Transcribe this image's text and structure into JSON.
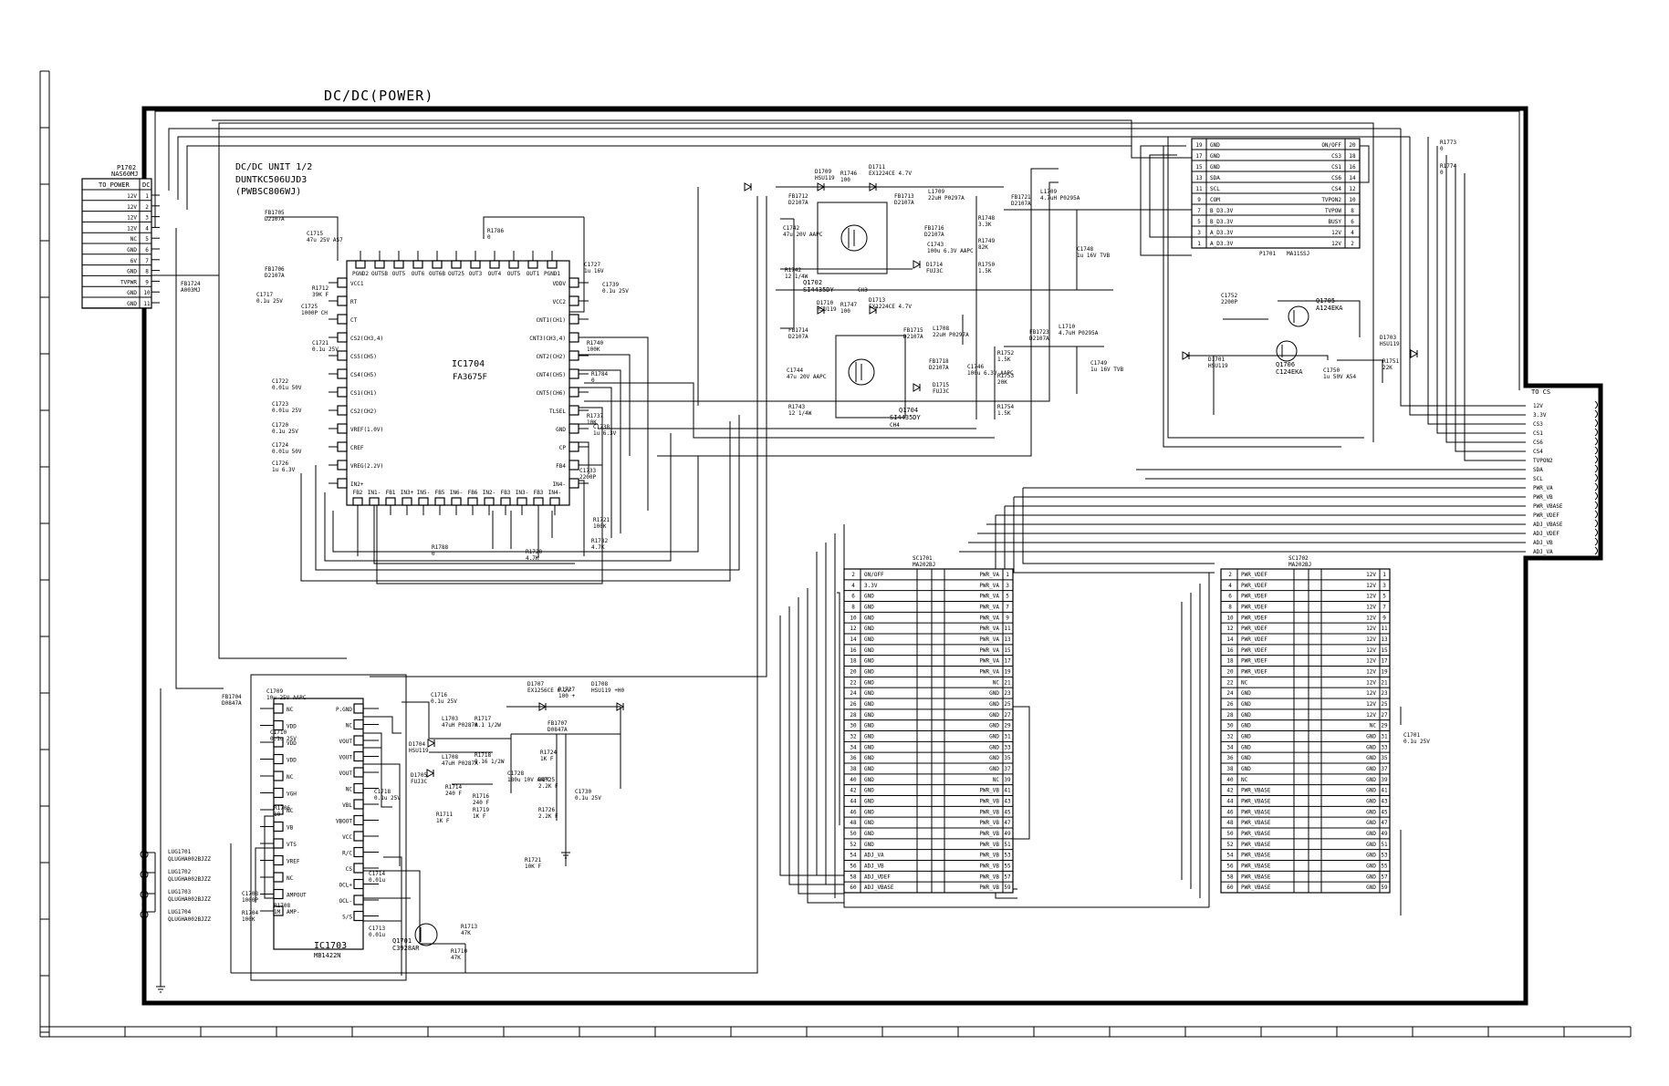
{
  "page_title": "DC/DC(POWER)",
  "unit": {
    "line1": "DC/DC UNIT 1/2",
    "line2": "DUNTKC506UJD3",
    "line3": "(PWBSC806WJ)"
  },
  "p1702": {
    "ref": "P1702",
    "part": "NAS60MJ",
    "header": "TO_POWER",
    "hdr_pin": "DC",
    "rows": [
      {
        "sig": "12V",
        "pin": "1"
      },
      {
        "sig": "12V",
        "pin": "2"
      },
      {
        "sig": "12V",
        "pin": "3"
      },
      {
        "sig": "12V",
        "pin": "4"
      },
      {
        "sig": "NC",
        "pin": "5"
      },
      {
        "sig": "GND",
        "pin": "6"
      },
      {
        "sig": "6V",
        "pin": "7"
      },
      {
        "sig": "GND",
        "pin": "8"
      },
      {
        "sig": "TVPWR",
        "pin": "9"
      },
      {
        "sig": "GND",
        "pin": "10"
      },
      {
        "sig": "GND",
        "pin": "11"
      }
    ]
  },
  "p1701": {
    "ref": "P1701",
    "part": "MA11SSJ",
    "rows": [
      {
        "lp": "19",
        "l": "GND",
        "r": "ON/OFF",
        "rp": "20"
      },
      {
        "lp": "17",
        "l": "GND",
        "r": "CS3",
        "rp": "18"
      },
      {
        "lp": "15",
        "l": "GND",
        "r": "CS1",
        "rp": "16"
      },
      {
        "lp": "13",
        "l": "SDA",
        "r": "CS6",
        "rp": "14"
      },
      {
        "lp": "11",
        "l": "SCL",
        "r": "CS4",
        "rp": "12"
      },
      {
        "lp": "9",
        "l": "COM",
        "r": "TVPON2",
        "rp": "10"
      },
      {
        "lp": "7",
        "l": "B_D3.3V",
        "r": "TVPOW",
        "rp": "8"
      },
      {
        "lp": "5",
        "l": "B_D3.3V",
        "r": "BUSY",
        "rp": "6"
      },
      {
        "lp": "3",
        "l": "A_D3.3V",
        "r": "12V",
        "rp": "4"
      },
      {
        "lp": "1",
        "l": "A_D3.3V",
        "r": "12V",
        "rp": "2"
      }
    ]
  },
  "ic1704": {
    "ref": "IC1704",
    "part": "FA3675F",
    "left_pins": [
      "VCC1",
      "RT",
      "CT",
      "CS2(CH3,4)",
      "CS5(CH5)",
      "CS4(CH5)",
      "CS1(CH1)",
      "CS2(CH2)",
      "VREF(1.0V)",
      "CREF",
      "VREG(2.2V)",
      "IN2+"
    ],
    "right_pins": [
      "VDDV",
      "VCC2",
      "CNT1(CH1)",
      "CNT3(CH3,4)",
      "CNT2(CH2)",
      "CNT4(CH5)",
      "CNT5(CH6)",
      "TLSEL",
      "GND",
      "CP",
      "FB4",
      "IN4-"
    ],
    "top_pins": [
      "PGND2",
      "OUT5B",
      "OUT5",
      "OUT6",
      "OUT6B",
      "OUT25",
      "OUT3",
      "OUT4",
      "OUT5",
      "OUT1",
      "PGND1"
    ],
    "bottom_pins": [
      "FB2",
      "IN1-",
      "FB1",
      "IN3+",
      "IN5-",
      "FB5",
      "IN6-",
      "FB6",
      "IN2-",
      "FB3",
      "IN3-",
      "FB3",
      "IN4-"
    ]
  },
  "ic1703": {
    "ref": "IC1703",
    "part": "MB1422N",
    "left_pins": [
      "NC",
      "VDD",
      "VDD",
      "VDD",
      "NC",
      "VGH",
      "NC",
      "VB",
      "VTS",
      "VREF",
      "NC",
      "AMPOUT",
      "AMP-"
    ],
    "right_pins": [
      "P.GND",
      "NC",
      "VOUT",
      "VOUT",
      "VOUT",
      "NC",
      "VBL",
      "VBOOT",
      "VCC",
      "R/C",
      "CS",
      "OCL+",
      "OCL-",
      "S/S"
    ]
  },
  "sc1701": {
    "ref": "SC1701",
    "part": "MA202BJ",
    "rows": [
      {
        "lp": "2",
        "l": "ON/OFF",
        "r": "PWR_VA",
        "rp": "1"
      },
      {
        "lp": "4",
        "l": "3.3V",
        "r": "PWR_VA",
        "rp": "3"
      },
      {
        "lp": "6",
        "l": "GND",
        "r": "PWR_VA",
        "rp": "5"
      },
      {
        "lp": "8",
        "l": "GND",
        "r": "PWR_VA",
        "rp": "7"
      },
      {
        "lp": "10",
        "l": "GND",
        "r": "PWR_VA",
        "rp": "9"
      },
      {
        "lp": "12",
        "l": "GND",
        "r": "PWR_VA",
        "rp": "11"
      },
      {
        "lp": "14",
        "l": "GND",
        "r": "PWR_VA",
        "rp": "13"
      },
      {
        "lp": "16",
        "l": "GND",
        "r": "PWR_VA",
        "rp": "15"
      },
      {
        "lp": "18",
        "l": "GND",
        "r": "PWR_VA",
        "rp": "17"
      },
      {
        "lp": "20",
        "l": "GND",
        "r": "PWR_VA",
        "rp": "19"
      },
      {
        "lp": "22",
        "l": "GND",
        "r": "NC",
        "rp": "21"
      },
      {
        "lp": "24",
        "l": "GND",
        "r": "GND",
        "rp": "23"
      },
      {
        "lp": "26",
        "l": "GND",
        "r": "GND",
        "rp": "25"
      },
      {
        "lp": "28",
        "l": "GND",
        "r": "GND",
        "rp": "27"
      },
      {
        "lp": "30",
        "l": "GND",
        "r": "GND",
        "rp": "29"
      },
      {
        "lp": "32",
        "l": "GND",
        "r": "GND",
        "rp": "31"
      },
      {
        "lp": "34",
        "l": "GND",
        "r": "GND",
        "rp": "33"
      },
      {
        "lp": "36",
        "l": "GND",
        "r": "GND",
        "rp": "35"
      },
      {
        "lp": "38",
        "l": "GND",
        "r": "GND",
        "rp": "37"
      },
      {
        "lp": "40",
        "l": "GND",
        "r": "NC",
        "rp": "39"
      },
      {
        "lp": "42",
        "l": "GND",
        "r": "PWR_VB",
        "rp": "41"
      },
      {
        "lp": "44",
        "l": "GND",
        "r": "PWR_VB",
        "rp": "43"
      },
      {
        "lp": "46",
        "l": "GND",
        "r": "PWR_VB",
        "rp": "45"
      },
      {
        "lp": "48",
        "l": "GND",
        "r": "PWR_VB",
        "rp": "47"
      },
      {
        "lp": "50",
        "l": "GND",
        "r": "PWR_VB",
        "rp": "49"
      },
      {
        "lp": "52",
        "l": "GND",
        "r": "PWR_VB",
        "rp": "51"
      },
      {
        "lp": "54",
        "l": "ADJ_VA",
        "r": "PWR_VB",
        "rp": "53"
      },
      {
        "lp": "56",
        "l": "ADJ_VB",
        "r": "PWR_VB",
        "rp": "55"
      },
      {
        "lp": "58",
        "l": "ADJ_VDEF",
        "r": "PWR_VB",
        "rp": "57"
      },
      {
        "lp": "60",
        "l": "ADJ_VBASE",
        "r": "PWR_VB",
        "rp": "59"
      }
    ]
  },
  "sc1702": {
    "ref": "SC1702",
    "part": "MA202BJ",
    "rows": [
      {
        "lp": "2",
        "l": "PWR_VDEF",
        "r": "12V",
        "rp": "1"
      },
      {
        "lp": "4",
        "l": "PWR_VDEF",
        "r": "12V",
        "rp": "3"
      },
      {
        "lp": "6",
        "l": "PWR_VDEF",
        "r": "12V",
        "rp": "5"
      },
      {
        "lp": "8",
        "l": "PWR_VDEF",
        "r": "12V",
        "rp": "7"
      },
      {
        "lp": "10",
        "l": "PWR_VDEF",
        "r": "12V",
        "rp": "9"
      },
      {
        "lp": "12",
        "l": "PWR_VDEF",
        "r": "12V",
        "rp": "11"
      },
      {
        "lp": "14",
        "l": "PWR_VDEF",
        "r": "12V",
        "rp": "13"
      },
      {
        "lp": "16",
        "l": "PWR_VDEF",
        "r": "12V",
        "rp": "15"
      },
      {
        "lp": "18",
        "l": "PWR_VDEF",
        "r": "12V",
        "rp": "17"
      },
      {
        "lp": "20",
        "l": "PWR_VDEF",
        "r": "12V",
        "rp": "19"
      },
      {
        "lp": "22",
        "l": "NC",
        "r": "12V",
        "rp": "21"
      },
      {
        "lp": "24",
        "l": "GND",
        "r": "12V",
        "rp": "23"
      },
      {
        "lp": "26",
        "l": "GND",
        "r": "12V",
        "rp": "25"
      },
      {
        "lp": "28",
        "l": "GND",
        "r": "12V",
        "rp": "27"
      },
      {
        "lp": "30",
        "l": "GND",
        "r": "NC",
        "rp": "29"
      },
      {
        "lp": "32",
        "l": "GND",
        "r": "GND",
        "rp": "31"
      },
      {
        "lp": "34",
        "l": "GND",
        "r": "GND",
        "rp": "33"
      },
      {
        "lp": "36",
        "l": "GND",
        "r": "GND",
        "rp": "35"
      },
      {
        "lp": "38",
        "l": "GND",
        "r": "GND",
        "rp": "37"
      },
      {
        "lp": "40",
        "l": "NC",
        "r": "GND",
        "rp": "39"
      },
      {
        "lp": "42",
        "l": "PWR_VBASE",
        "r": "GND",
        "rp": "41"
      },
      {
        "lp": "44",
        "l": "PWR_VBASE",
        "r": "GND",
        "rp": "43"
      },
      {
        "lp": "46",
        "l": "PWR_VBASE",
        "r": "GND",
        "rp": "45"
      },
      {
        "lp": "48",
        "l": "PWR_VBASE",
        "r": "GND",
        "rp": "47"
      },
      {
        "lp": "50",
        "l": "PWR_VBASE",
        "r": "GND",
        "rp": "49"
      },
      {
        "lp": "52",
        "l": "PWR_VBASE",
        "r": "GND",
        "rp": "51"
      },
      {
        "lp": "54",
        "l": "PWR_VBASE",
        "r": "GND",
        "rp": "53"
      },
      {
        "lp": "56",
        "l": "PWR_VBASE",
        "r": "GND",
        "rp": "55"
      },
      {
        "lp": "58",
        "l": "PWR_VBASE",
        "r": "GND",
        "rp": "57"
      },
      {
        "lp": "60",
        "l": "PWR_VBASE",
        "r": "GND",
        "rp": "59"
      }
    ]
  },
  "to_cs": {
    "title": "TO CS",
    "signals": [
      "12V",
      "3.3V",
      "CS3",
      "CS1",
      "CS6",
      "CS4",
      "TVPON2",
      "SDA",
      "SCL",
      "PWR_VA",
      "PWR_VB",
      "PWR_VBASE",
      "PWR_VDEF",
      "ADJ_VBASE",
      "ADJ_VDEF",
      "ADJ_VB",
      "ADJ_VA"
    ]
  },
  "lugs": [
    {
      "ref": "LUG1701",
      "part": "QLUGHA002BJZZ"
    },
    {
      "ref": "LUG1702",
      "part": "QLUGHA002BJZZ"
    },
    {
      "ref": "LUG1703",
      "part": "QLUGHA002BJZZ"
    },
    {
      "ref": "LUG1704",
      "part": "QLUGHA002BJZZ"
    }
  ],
  "transistors": [
    {
      "ref": "Q1702",
      "part": "SI4435DY",
      "note": "CH3"
    },
    {
      "ref": "Q1704",
      "part": "SI4435DY",
      "note": "CH4"
    },
    {
      "ref": "Q1705",
      "part": "A124EKA"
    },
    {
      "ref": "Q1706",
      "part": "C124EKA"
    },
    {
      "ref": "Q1701",
      "part": "C3928AR"
    }
  ],
  "labels": [
    {
      "id": "l01",
      "t": "FB1705",
      "s": "D2107A"
    },
    {
      "id": "l02",
      "t": "FB1706",
      "s": "D2107A"
    },
    {
      "id": "l03",
      "t": "FB1724",
      "s": "A003MJ"
    },
    {
      "id": "l04",
      "t": "C1715",
      "s": "47u 25V AS7"
    },
    {
      "id": "l05",
      "t": "C1717",
      "s": "0.1u 25V"
    },
    {
      "id": "l06",
      "t": "R1712",
      "s": "39K F"
    },
    {
      "id": "l07",
      "t": "C1725",
      "s": "1000P CH"
    },
    {
      "id": "l08",
      "t": "C1721",
      "s": "0.1u 25V"
    },
    {
      "id": "l09",
      "t": "C1722",
      "s": "0.01u 50V"
    },
    {
      "id": "l10",
      "t": "C1723",
      "s": "0.01u 25V"
    },
    {
      "id": "l11",
      "t": "C1720",
      "s": "0.1u 25V"
    },
    {
      "id": "l12",
      "t": "C1724",
      "s": "0.01u 50V"
    },
    {
      "id": "l13",
      "t": "C1726",
      "s": "1u 6.3V"
    },
    {
      "id": "l14",
      "t": "R1786",
      "s": "0"
    },
    {
      "id": "l15",
      "t": "R1788",
      "s": "0"
    },
    {
      "id": "l16",
      "t": "C1727",
      "s": "1u 16V"
    },
    {
      "id": "l17",
      "t": "C1739",
      "s": "0.1u 25V"
    },
    {
      "id": "l18",
      "t": "R1740",
      "s": "100K"
    },
    {
      "id": "l19",
      "t": "R1784",
      "s": "0"
    },
    {
      "id": "l20",
      "t": "R1737",
      "s": "10K"
    },
    {
      "id": "l21",
      "t": "C1738",
      "s": "1u 6.3V"
    },
    {
      "id": "l22",
      "t": "C1733",
      "s": "2200P"
    },
    {
      "id": "l23",
      "t": "R1721",
      "s": "100K"
    },
    {
      "id": "l24",
      "t": "R1782",
      "s": "4.7K"
    },
    {
      "id": "l25",
      "t": "R1720",
      "s": "4.7K"
    },
    {
      "id": "l26",
      "t": "D1709",
      "s": "HSU119"
    },
    {
      "id": "l27",
      "t": "R1746",
      "s": "100"
    },
    {
      "id": "l28",
      "t": "D1711",
      "s": "EX1224CE 4.7V"
    },
    {
      "id": "l29",
      "t": "FB1712",
      "s": "D2107A"
    },
    {
      "id": "l30",
      "t": "C1742",
      "s": "47u 20V AAPC"
    },
    {
      "id": "l31",
      "t": "R1742",
      "s": "12 1/4W"
    },
    {
      "id": "l32",
      "t": "FB1713",
      "s": "D2107A"
    },
    {
      "id": "l33",
      "t": "L1709",
      "s": "22uH P0297A"
    },
    {
      "id": "l34",
      "t": "FB1716",
      "s": "D2107A"
    },
    {
      "id": "l35",
      "t": "D1714",
      "s": "FUJ3C"
    },
    {
      "id": "l36",
      "t": "C1743",
      "s": "100u 6.3V AAPC"
    },
    {
      "id": "l37",
      "t": "R1748",
      "s": "3.3K"
    },
    {
      "id": "l38",
      "t": "R1749",
      "s": "82K"
    },
    {
      "id": "l39",
      "t": "R1750",
      "s": "1.5K"
    },
    {
      "id": "l40",
      "t": "FB1721",
      "s": "D2107A"
    },
    {
      "id": "l41",
      "t": "L1709",
      "s": "4.7uH P0295A"
    },
    {
      "id": "l42",
      "t": "C1748",
      "s": "1u 16V TVB"
    },
    {
      "id": "l43",
      "t": "D1710",
      "s": "HSU119"
    },
    {
      "id": "l44",
      "t": "R1747",
      "s": "100"
    },
    {
      "id": "l45",
      "t": "D1713",
      "s": "EX1224CE 4.7V"
    },
    {
      "id": "l46",
      "t": "FB1714",
      "s": "D2107A"
    },
    {
      "id": "l47",
      "t": "C1744",
      "s": "47u 20V AAPC"
    },
    {
      "id": "l48",
      "t": "R1743",
      "s": "12 1/4W"
    },
    {
      "id": "l49",
      "t": "FB1715",
      "s": "D2107A"
    },
    {
      "id": "l50",
      "t": "L1708",
      "s": "22uH P0297A"
    },
    {
      "id": "l51",
      "t": "FB1718",
      "s": "D2107A"
    },
    {
      "id": "l52",
      "t": "D1715",
      "s": "FUJ3C"
    },
    {
      "id": "l53",
      "t": "C1746",
      "s": "100u 6.3V AAPC"
    },
    {
      "id": "l54",
      "t": "R1752",
      "s": "1.5K"
    },
    {
      "id": "l55",
      "t": "R1753",
      "s": "20K"
    },
    {
      "id": "l56",
      "t": "R1754",
      "s": "1.5K"
    },
    {
      "id": "l57",
      "t": "FB1723",
      "s": "D2107A"
    },
    {
      "id": "l58",
      "t": "L1710",
      "s": "4.7uH P0295A"
    },
    {
      "id": "l59",
      "t": "C1749",
      "s": "1u 16V TVB"
    },
    {
      "id": "l60",
      "t": "R1773",
      "s": "0"
    },
    {
      "id": "l61",
      "t": "R1774",
      "s": "0"
    },
    {
      "id": "l62",
      "t": "C1752",
      "s": "2200P"
    },
    {
      "id": "l63",
      "t": "D1701",
      "s": "HSU119"
    },
    {
      "id": "l64",
      "t": "D1703",
      "s": "HSU119"
    },
    {
      "id": "l65",
      "t": "R1751",
      "s": "22K"
    },
    {
      "id": "l66",
      "t": "C1750",
      "s": "1u 50V A54"
    },
    {
      "id": "l67",
      "t": "FB1704",
      "s": "D0847A"
    },
    {
      "id": "l68",
      "t": "C1709",
      "s": "10u 25V AAPC"
    },
    {
      "id": "l69",
      "t": "C1710",
      "s": "0.1u 25V"
    },
    {
      "id": "l70",
      "t": "R1706",
      "s": "10"
    },
    {
      "id": "l71",
      "t": "C1716",
      "s": "0.1u 25V"
    },
    {
      "id": "l72",
      "t": "C1718",
      "s": "0.1u 25V"
    },
    {
      "id": "l73",
      "t": "C1714",
      "s": "0.01u"
    },
    {
      "id": "l74",
      "t": "C1713",
      "s": "0.01u"
    },
    {
      "id": "l75",
      "t": "D1704",
      "s": "HSU119"
    },
    {
      "id": "l76",
      "t": "D1705",
      "s": "FUJ3C"
    },
    {
      "id": "l77",
      "t": "L1703",
      "s": "47uH P0287A"
    },
    {
      "id": "l78",
      "t": "L1708",
      "s": "47uH P0287A"
    },
    {
      "id": "l79",
      "t": "R1717",
      "s": "0.1 1/2W"
    },
    {
      "id": "l80",
      "t": "R1718",
      "s": "0.16 1/2W"
    },
    {
      "id": "l81",
      "t": "R1714",
      "s": "240 F"
    },
    {
      "id": "l82",
      "t": "R1711",
      "s": "1K F"
    },
    {
      "id": "l83",
      "t": "R1716",
      "s": "240 F"
    },
    {
      "id": "l84",
      "t": "R1719",
      "s": "1K F"
    },
    {
      "id": "l85",
      "t": "D1707",
      "s": "EX1256CE 6.2V"
    },
    {
      "id": "l86",
      "t": "R1727",
      "s": "100 +"
    },
    {
      "id": "l87",
      "t": "D1708",
      "s": "HSU119 +H0"
    },
    {
      "id": "l88",
      "t": "FB1707",
      "s": "D0847A"
    },
    {
      "id": "l89",
      "t": "C1728",
      "s": "180u 10V AAPC"
    },
    {
      "id": "l90",
      "t": "R1724",
      "s": "1K F"
    },
    {
      "id": "l91",
      "t": "R1725",
      "s": "2.2K F"
    },
    {
      "id": "l92",
      "t": "R1726",
      "s": "2.2K F"
    },
    {
      "id": "l93",
      "t": "C1730",
      "s": "0.1u 25V"
    },
    {
      "id": "l94",
      "t": "R1721",
      "s": "10K F"
    },
    {
      "id": "l95",
      "t": "C1708",
      "s": "1000P"
    },
    {
      "id": "l96",
      "t": "R1708",
      "s": "1M"
    },
    {
      "id": "l97",
      "t": "R1704",
      "s": "100K"
    },
    {
      "id": "l98",
      "t": "R1713",
      "s": "47K"
    },
    {
      "id": "l99",
      "t": "R1710",
      "s": "47K"
    },
    {
      "id": "l100",
      "t": "C1701",
      "s": "0.1u 25V"
    }
  ]
}
